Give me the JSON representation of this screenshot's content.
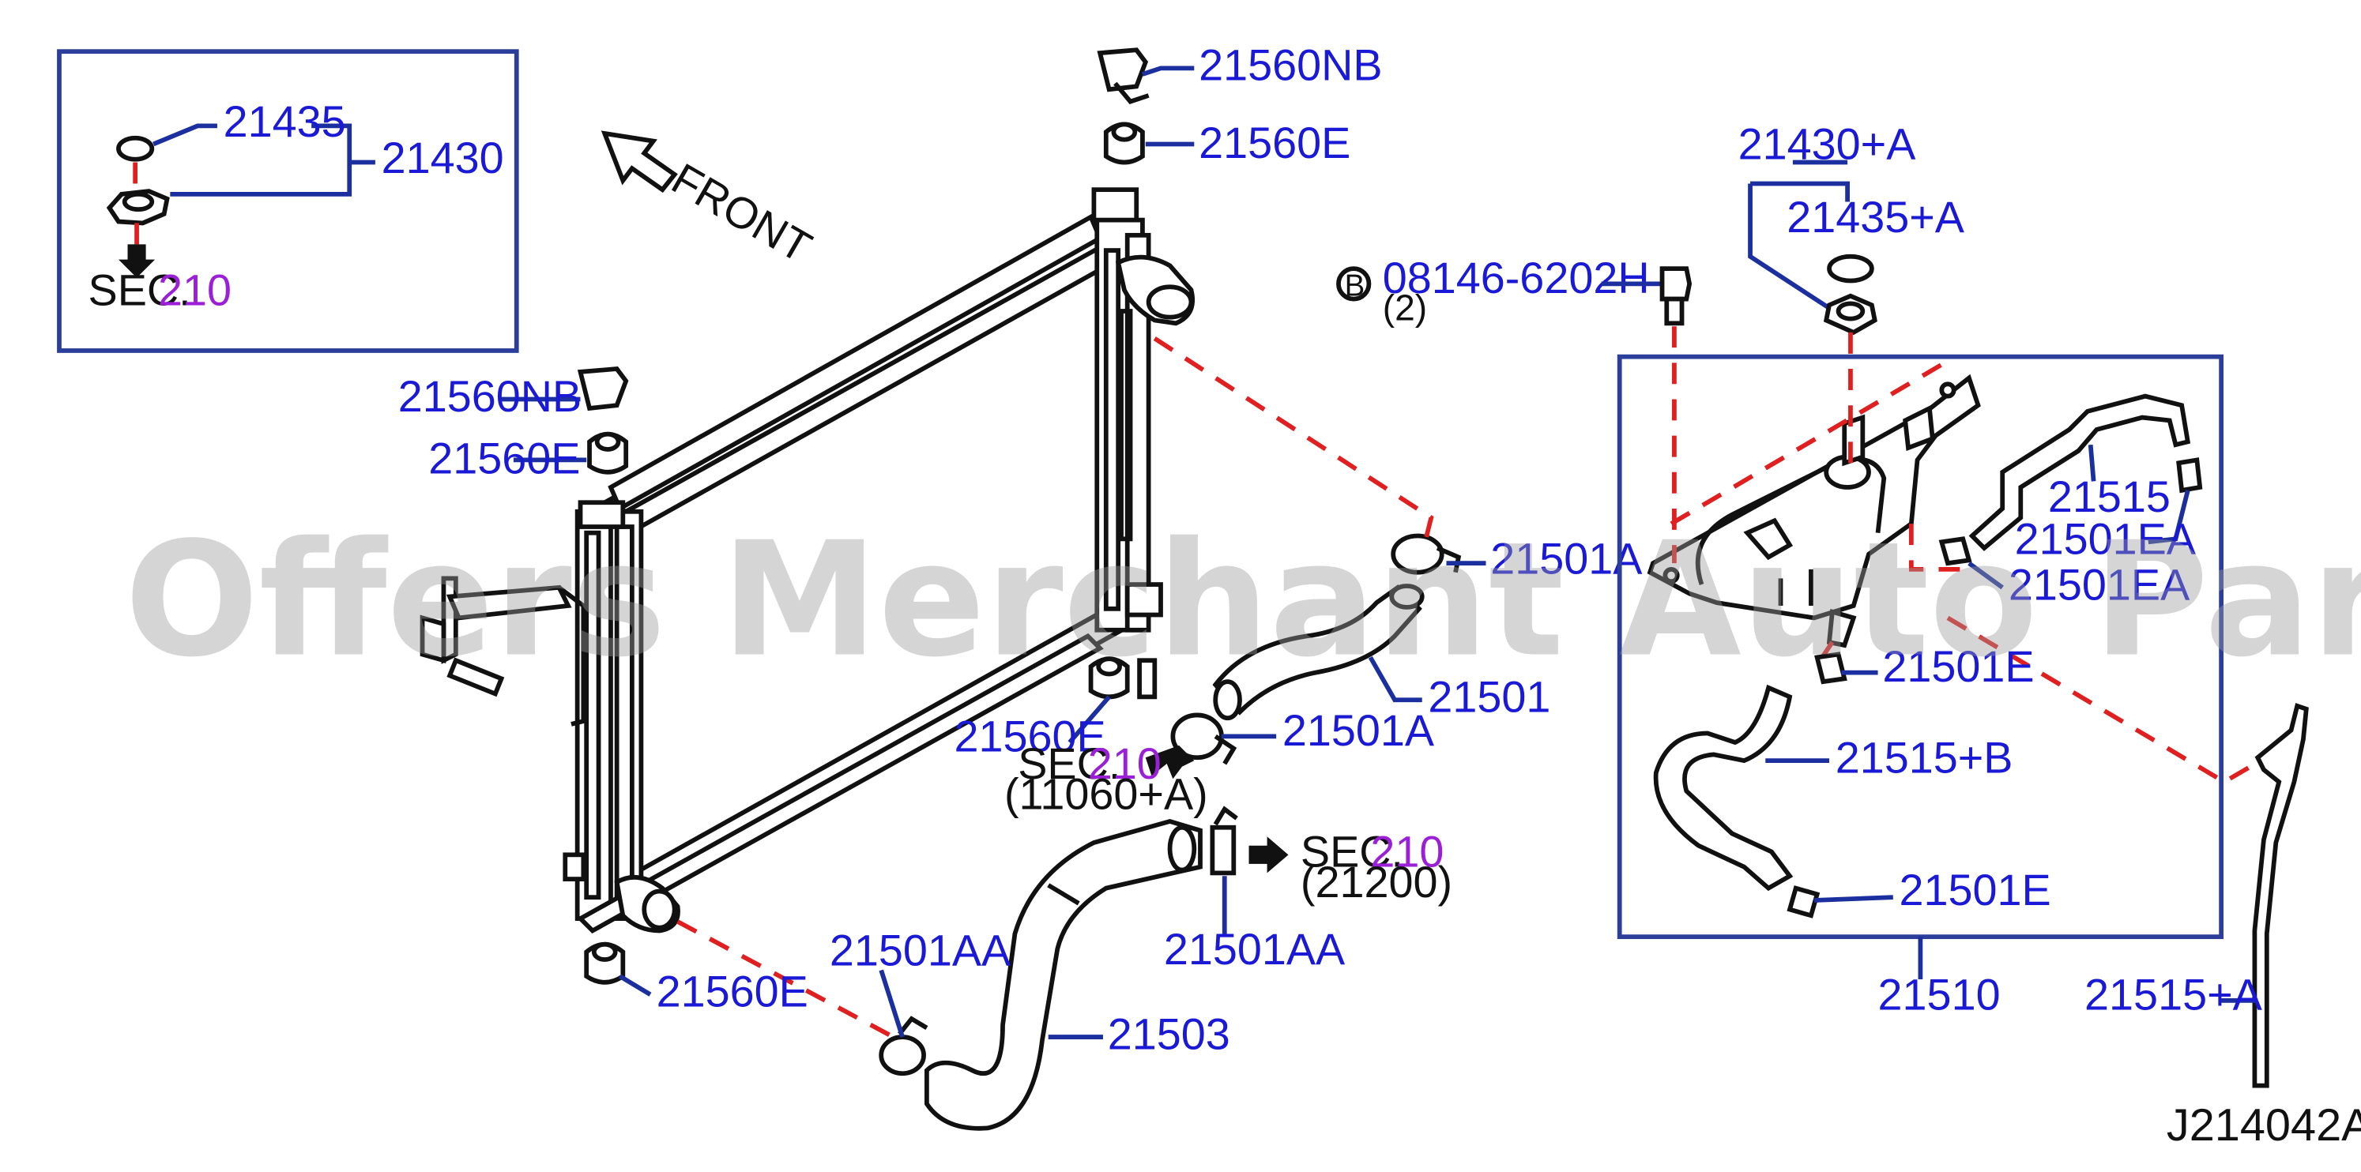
{
  "diagram": {
    "code": "J214042A",
    "front_label": "FRONT",
    "watermark": "Offers Merchant Auto Parts Catalog PARTSTORE.SA",
    "bolt_marker": "B",
    "sec_prefix": "SEC.",
    "sec_number": "210",
    "sec1_sub": "(11060+A)",
    "sec2_sub": "(21200)",
    "bolt_qty": "(2)",
    "parts": {
      "p21435": "21435",
      "p21430": "21430",
      "p21560nb_top": "21560NB",
      "p21560e_top": "21560E",
      "p21560nb_left": "21560NB",
      "p21560e_left": "21560E",
      "p21560e_mid": "21560E",
      "p21560e_bottom": "21560E",
      "p21501a_upper": "21501A",
      "p21501": "21501",
      "p21501a_lower": "21501A",
      "p21501aa_left": "21501AA",
      "p21501aa_right": "21501AA",
      "p21503": "21503",
      "p08146": "08146-6202H",
      "p21430a": "21430+A",
      "p21435a": "21435+A",
      "p21515": "21515",
      "p21501ea_1": "21501EA",
      "p21501ea_2": "21501EA",
      "p21501e_upper": "21501E",
      "p21515b": "21515+B",
      "p21501e_lower": "21501E",
      "p21510": "21510",
      "p21515a": "21515+A"
    }
  },
  "colors": {
    "label": "#1a1ad6",
    "leader": "#1b2f9e",
    "dashed": "#e02020",
    "section_ref": "#9a1fd6",
    "line_art": "#111111"
  }
}
